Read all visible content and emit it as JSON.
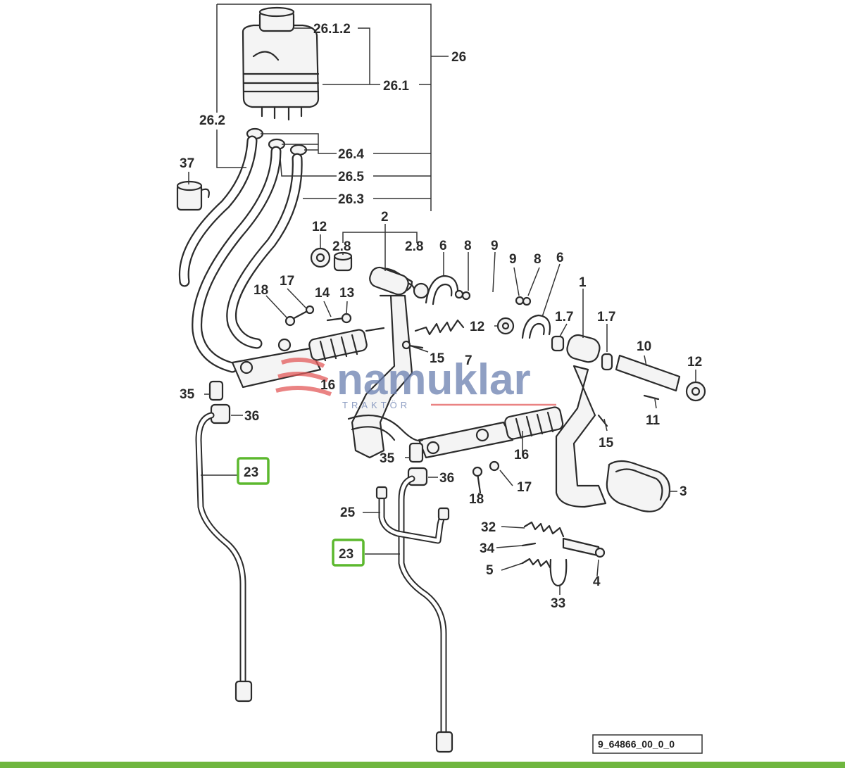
{
  "diagram": {
    "reference_code": "9_64866_00_0_0",
    "highlight_color": "#5cb82e",
    "bar_color": "#6fb63f",
    "watermark": {
      "brand": "namuklar",
      "sub": "TRAKTÖR",
      "colors": {
        "brand": "#6a7fb0",
        "wave": "#e35a5a"
      }
    },
    "highlighted_labels": [
      "23",
      "23"
    ],
    "labels": {
      "l_26_1_2": "26.1.2",
      "l_26": "26",
      "l_26_1": "26.1",
      "l_26_2": "26.2",
      "l_26_4": "26.4",
      "l_26_5": "26.5",
      "l_26_3": "26.3",
      "l_37": "37",
      "l_12a": "12",
      "l_2_8a": "2.8",
      "l_2": "2",
      "l_2_8b": "2.8",
      "l_6a": "6",
      "l_8a": "8",
      "l_9a": "9",
      "l_9b": "9",
      "l_8b": "8",
      "l_6b": "6",
      "l_18a": "18",
      "l_17a": "17",
      "l_14": "14",
      "l_13": "13",
      "l_12b": "12",
      "l_1_7a": "1.7",
      "l_1": "1",
      "l_1_7b": "1.7",
      "l_10": "10",
      "l_12c": "12",
      "l_15a": "15",
      "l_7": "7",
      "l_16a": "16",
      "l_35a": "35",
      "l_36a": "36",
      "l_11": "11",
      "l_15b": "15",
      "l_35b": "35",
      "l_16b": "16",
      "l_36b": "36",
      "l_17b": "17",
      "l_18b": "18",
      "l_3": "3",
      "l_25": "25",
      "l_32": "32",
      "l_34": "34",
      "l_5": "5",
      "l_4": "4",
      "l_33": "33"
    }
  }
}
